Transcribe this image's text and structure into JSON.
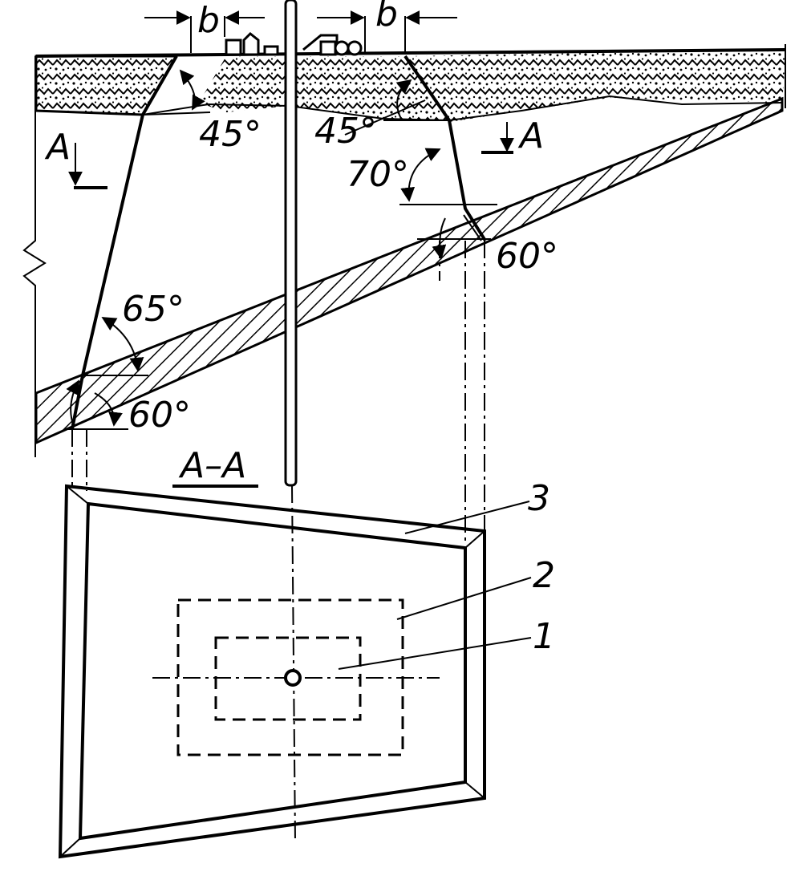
{
  "labels": {
    "dim_left": "b",
    "dim_right": "b",
    "angle_top_left": "45°",
    "angle_top_right": "45°",
    "angle_right_wall": "70°",
    "angle_right_bottom": "60°",
    "angle_left_wall": "65°",
    "angle_left_bottom": "60°",
    "section_mark_left": "A",
    "section_mark_right": "A",
    "section_title": "A–A",
    "callout_1": "1",
    "callout_2": "2",
    "callout_3": "3"
  }
}
